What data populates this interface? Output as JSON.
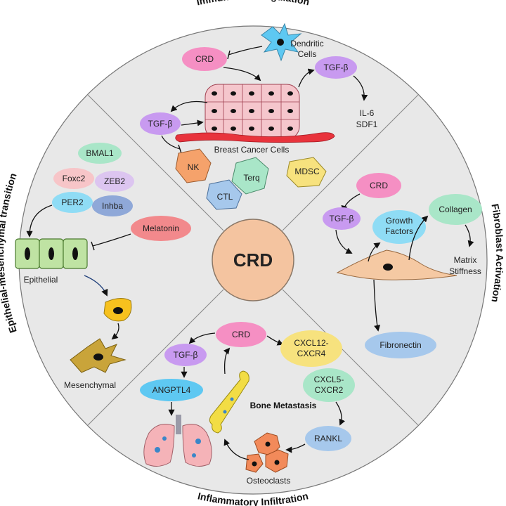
{
  "center": {
    "label": "CRD",
    "color": "#f4c4a0"
  },
  "sections": {
    "top": "Immune Cell Regulation",
    "left": "Epithelial-mesenchymal transition",
    "right": "Fibroblast Activation",
    "bottom": "Inflammatory Infiltration"
  },
  "immune": {
    "crd": "CRD",
    "dendritic_1": "Dendritic",
    "dendritic_2": "Cells",
    "tgfb_right": "TGF-β",
    "il6": "IL-6",
    "sdf1": "SDF1",
    "tgfb_left": "TGF-β",
    "breast": "Breast Cancer Cells",
    "nk": "NK",
    "terq": "Terq",
    "mdsc": "MDSC",
    "ctl": "CTL"
  },
  "emt": {
    "bmal1": "BMAL1",
    "foxc2": "Foxc2",
    "zeb2": "ZEB2",
    "per2": "PER2",
    "inhba": "Inhba",
    "melatonin": "Melatonin",
    "epithelial": "Epithelial",
    "mesenchymal": "Mesenchymal"
  },
  "fibro": {
    "crd": "CRD",
    "tgfb": "TGF-β",
    "growth_1": "Growth",
    "growth_2": "Factors",
    "collagen": "Collagen",
    "matrix_1": "Matrix",
    "matrix_2": "Stiffness",
    "fibronectin": "Fibronectin"
  },
  "inflam": {
    "crd": "CRD",
    "tgfb": "TGF-β",
    "angptl4": "ANGPTL4",
    "cxcl12_1": "CXCL12-",
    "cxcl12_2": "CXCR4",
    "cxcl5_1": "CXCL5-",
    "cxcl5_2": "CXCR2",
    "bone": "Bone Metastasis",
    "rankl": "RANKL",
    "osteo": "Osteoclasts"
  },
  "colors": {
    "ring": "#e6e6e6",
    "pink": "#f58fc3",
    "purple": "#c89af0",
    "green": "#a9e6c8",
    "blue": "#a6c8ec",
    "yellow": "#f7e27e",
    "salmon": "#f2898c",
    "cyan": "#5ec8f2",
    "lightblue": "#8fdcf5",
    "tumor": "#f5c6cc",
    "vessel": "#e8333c",
    "fibro": "#f5c9a3",
    "epithelial": "#bfe3a3",
    "mesenchymal": "#c9a43a",
    "bone": "#f2dd45"
  }
}
